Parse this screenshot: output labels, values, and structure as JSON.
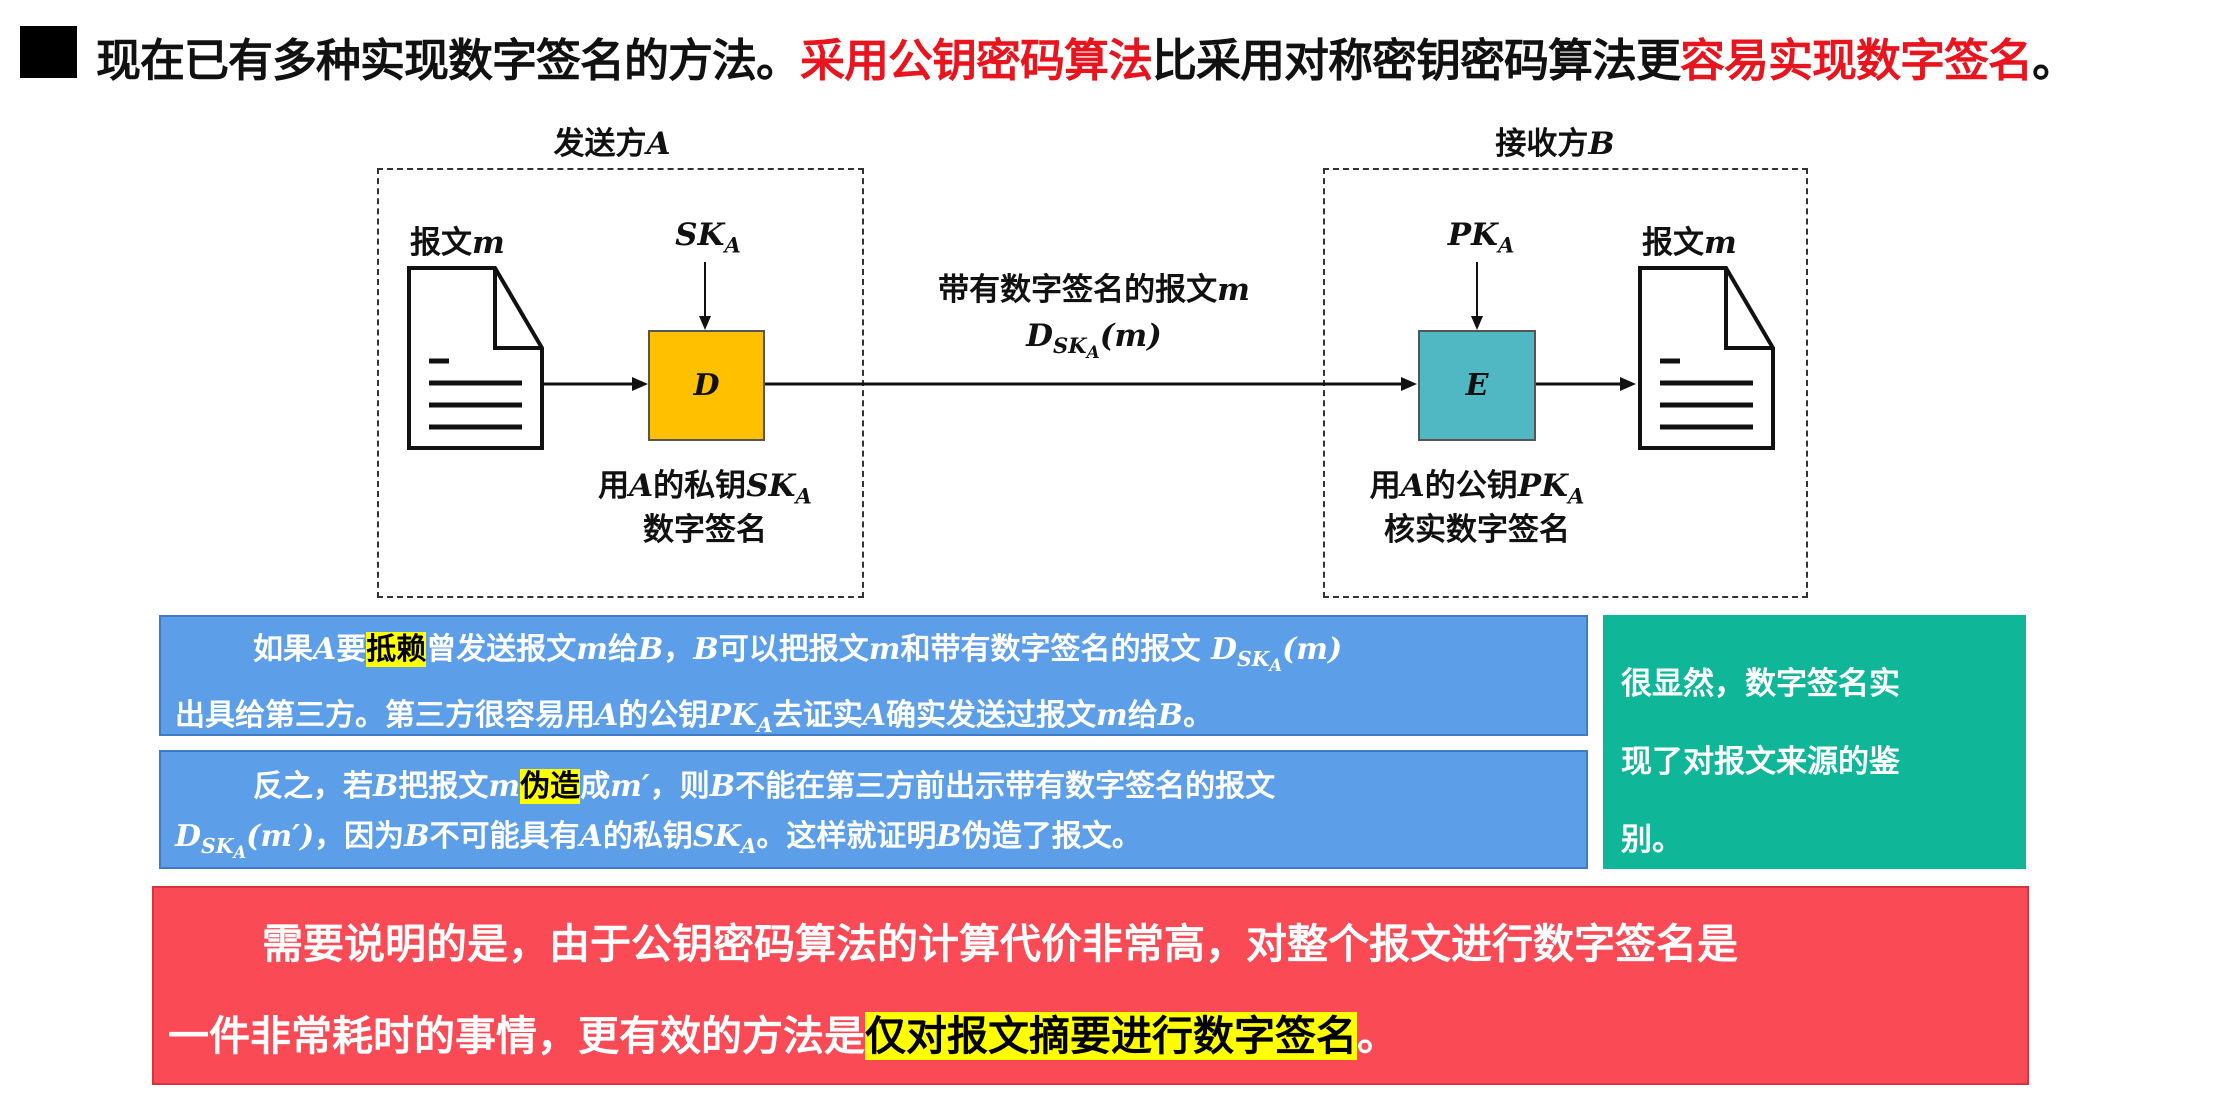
{
  "title": [
    {
      "t": "现在已有多种实现数字签名的方法。"
    },
    {
      "r": "采用公钥密码算法"
    },
    {
      "t": "比采用对称密钥密码算法更"
    },
    {
      "r": "容易实现数字签名"
    },
    {
      "t": "。"
    }
  ],
  "diagram": {
    "sender_label": [
      {
        "t": "发送方"
      },
      {
        "v": "A"
      }
    ],
    "receiver_label": [
      {
        "t": "接收方"
      },
      {
        "v": "B"
      }
    ],
    "message_left": [
      {
        "t": "报文"
      },
      {
        "v": "m"
      }
    ],
    "message_right": [
      {
        "t": "报文"
      },
      {
        "v": "m"
      }
    ],
    "private_key": [
      {
        "v": "SK",
        "s": "A"
      }
    ],
    "public_key": [
      {
        "v": "PK",
        "s": "A"
      }
    ],
    "d_box": [
      {
        "v": "D"
      }
    ],
    "e_box": [
      {
        "v": "E"
      }
    ],
    "channel_label": [
      {
        "t": "带有数字签名的报文"
      },
      {
        "v": "m"
      }
    ],
    "channel_formula": [
      {
        "v": "D",
        "s": "SK",
        "ss": "A",
        "after": "(m)"
      }
    ],
    "sign_caption_1": [
      {
        "t": "用"
      },
      {
        "v": "A"
      },
      {
        "t": "的私钥"
      },
      {
        "v": "SK",
        "s": "A"
      }
    ],
    "sign_caption_2": [
      {
        "t": "数字签名"
      }
    ],
    "verify_caption_1": [
      {
        "t": "用"
      },
      {
        "v": "A"
      },
      {
        "t": "的公钥"
      },
      {
        "v": "PK",
        "s": "A"
      }
    ],
    "verify_caption_2": [
      {
        "t": "核实数字签名"
      }
    ]
  },
  "paragraph1": [
    [
      {
        "t": "如果"
      },
      {
        "v": "A"
      },
      {
        "t": "要"
      },
      {
        "h": "抵赖"
      },
      {
        "t": "曾发送报文"
      },
      {
        "v": "m"
      },
      {
        "t": "给"
      },
      {
        "v": "B"
      },
      {
        "t": "，"
      },
      {
        "v": "B"
      },
      {
        "t": "可以把报文"
      },
      {
        "v": "m"
      },
      {
        "t": "和带有数字签名的报文 "
      },
      {
        "v": "D",
        "s": "SK",
        "ss": "A",
        "after": "(m)"
      }
    ],
    [
      {
        "t": "出具给第三方。第三方很容易用"
      },
      {
        "v": "A"
      },
      {
        "t": "的公钥"
      },
      {
        "v": "PK",
        "s": "A"
      },
      {
        "t": "去证实"
      },
      {
        "v": "A"
      },
      {
        "t": "确实发送过报文"
      },
      {
        "v": "m"
      },
      {
        "t": "给"
      },
      {
        "v": "B"
      },
      {
        "t": "。"
      }
    ]
  ],
  "paragraph2": [
    [
      {
        "t": "反之，若"
      },
      {
        "v": "B"
      },
      {
        "t": "把报文"
      },
      {
        "v": "m"
      },
      {
        "h": "伪造"
      },
      {
        "t": "成"
      },
      {
        "v": "m′"
      },
      {
        "t": "，则"
      },
      {
        "v": "B"
      },
      {
        "t": "不能在第三方前出示带有数字签名的报文"
      }
    ],
    [
      {
        "v": "D",
        "s": "SK",
        "ss": "A",
        "after": "(m′)"
      },
      {
        "t": "，因为"
      },
      {
        "v": "B"
      },
      {
        "t": "不可能具有"
      },
      {
        "v": "A"
      },
      {
        "t": "的私钥"
      },
      {
        "v": "SK",
        "s": "A"
      },
      {
        "t": "。这样就证明"
      },
      {
        "v": "B"
      },
      {
        "t": "伪造了报文。"
      }
    ]
  ],
  "conclusion": [
    [
      {
        "t": "很显然，数字签名实"
      }
    ],
    [
      {
        "t": "现了对报文来源的鉴"
      }
    ],
    [
      {
        "t": "别。"
      }
    ]
  ],
  "note": [
    [
      {
        "t": "需要说明的是，由于公钥密码算法的计算代价非常高，对整个报文进行数字签名是"
      }
    ],
    [
      {
        "t": "一件非常耗时的事情，更有效的方法是"
      },
      {
        "h": "仅对报文摘要进行数字签名"
      },
      {
        "t": "。"
      }
    ]
  ],
  "colors": {
    "signer": "#ffc000",
    "verifier": "#4fb8c2",
    "info": "#5c9ee8",
    "conclusion": "#0fb698",
    "note": "#f94a55",
    "emphasis": "#e8141e",
    "highlight": "#ffff00"
  }
}
